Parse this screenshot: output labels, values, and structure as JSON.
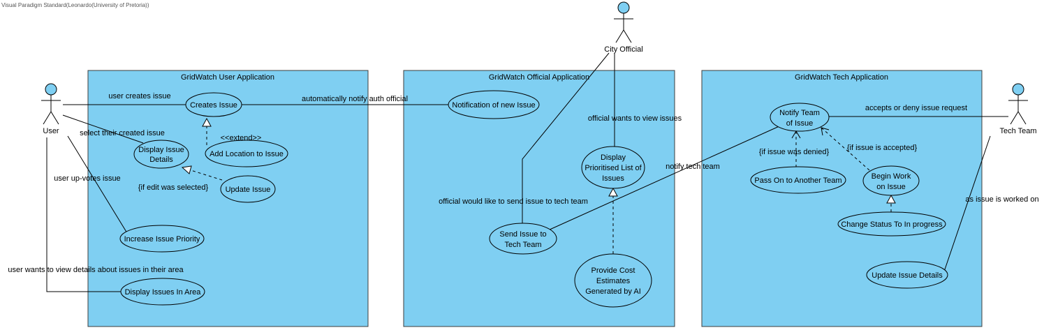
{
  "watermark": "Visual Paradigm Standard(Leonardo(University of Pretoria))",
  "systems": {
    "user_app": "GridWatch User Application",
    "official_app": "GridWatch Official Application",
    "tech_app": "GridWatch Tech Application"
  },
  "actors": {
    "user": "User",
    "city_official": "City Official",
    "tech_team": "Tech Team"
  },
  "use_cases": {
    "creates_issue": "Creates Issue",
    "display_issue_details": [
      "Display Issue",
      "Details"
    ],
    "add_location": "Add Location to Issue",
    "update_issue": "Update Issue",
    "increase_priority": "Increase Issue Priority",
    "display_issues_in_area": "Display Issues In Area",
    "notification": "Notification of new Issue",
    "display_prioritised": [
      "Display",
      "Prioritised List of",
      "Issues"
    ],
    "send_issue": [
      "Send Issue to",
      "Tech Team"
    ],
    "provide_cost": [
      "Provide Cost",
      "Estimates",
      "Generated by AI"
    ],
    "notify_team": [
      "Notify Team",
      "of Issue"
    ],
    "pass_on": "Pass On to Another Team",
    "begin_work": [
      "Begin Work",
      "on Issue"
    ],
    "change_status": "Change Status To In progress",
    "update_issue_details": "Update Issue Details"
  },
  "labels": {
    "user_creates_issue": "user creates issue",
    "select_created": "select their created issue",
    "user_upvotes": "user up-votes issue",
    "user_view_area": "user wants to view details about issues in their area",
    "extend": "<<extend>>",
    "if_edit": "{if edit was selected}",
    "auto_notify": "automatically notify auth official",
    "official_view": "official wants to view issues",
    "official_send": "official would like to send issue to tech team",
    "notify_tech": "notify tech team",
    "accept_deny": "accepts or deny issue request",
    "if_denied": "{if issue was denied}",
    "if_accepted": "{if issue is accepted}",
    "as_worked": "as issue is worked on"
  },
  "colors": {
    "box_fill": "#7fcff2",
    "stroke": "#000000"
  }
}
